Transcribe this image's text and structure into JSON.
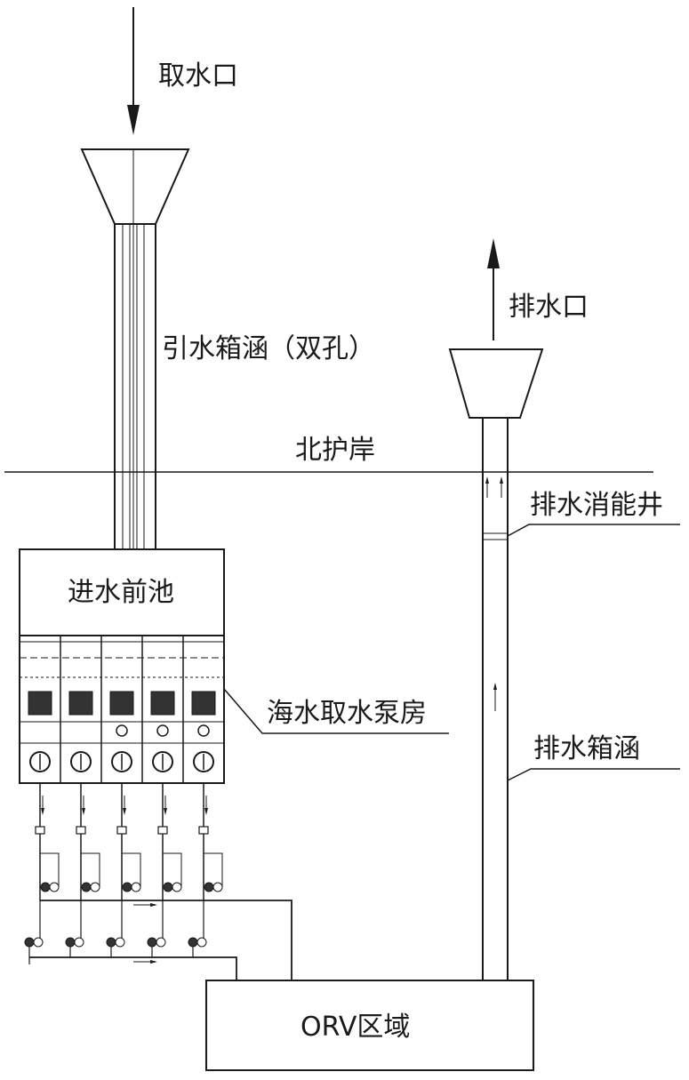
{
  "labels": {
    "intake_outlet": "取水口",
    "intake_culvert": "引水箱涵（双孔）",
    "north_shore": "北护岸",
    "discharge_outlet": "排水口",
    "energy_dissipation_well": "排水消能井",
    "forebay": "进水前池",
    "pump_house": "海水取水泵房",
    "discharge_culvert": "排水箱涵",
    "orv_area": "ORV区域"
  },
  "pump_count": 5,
  "colors": {
    "line": "#1a1a1a",
    "pump_block": "#333333",
    "background": "#ffffff"
  }
}
